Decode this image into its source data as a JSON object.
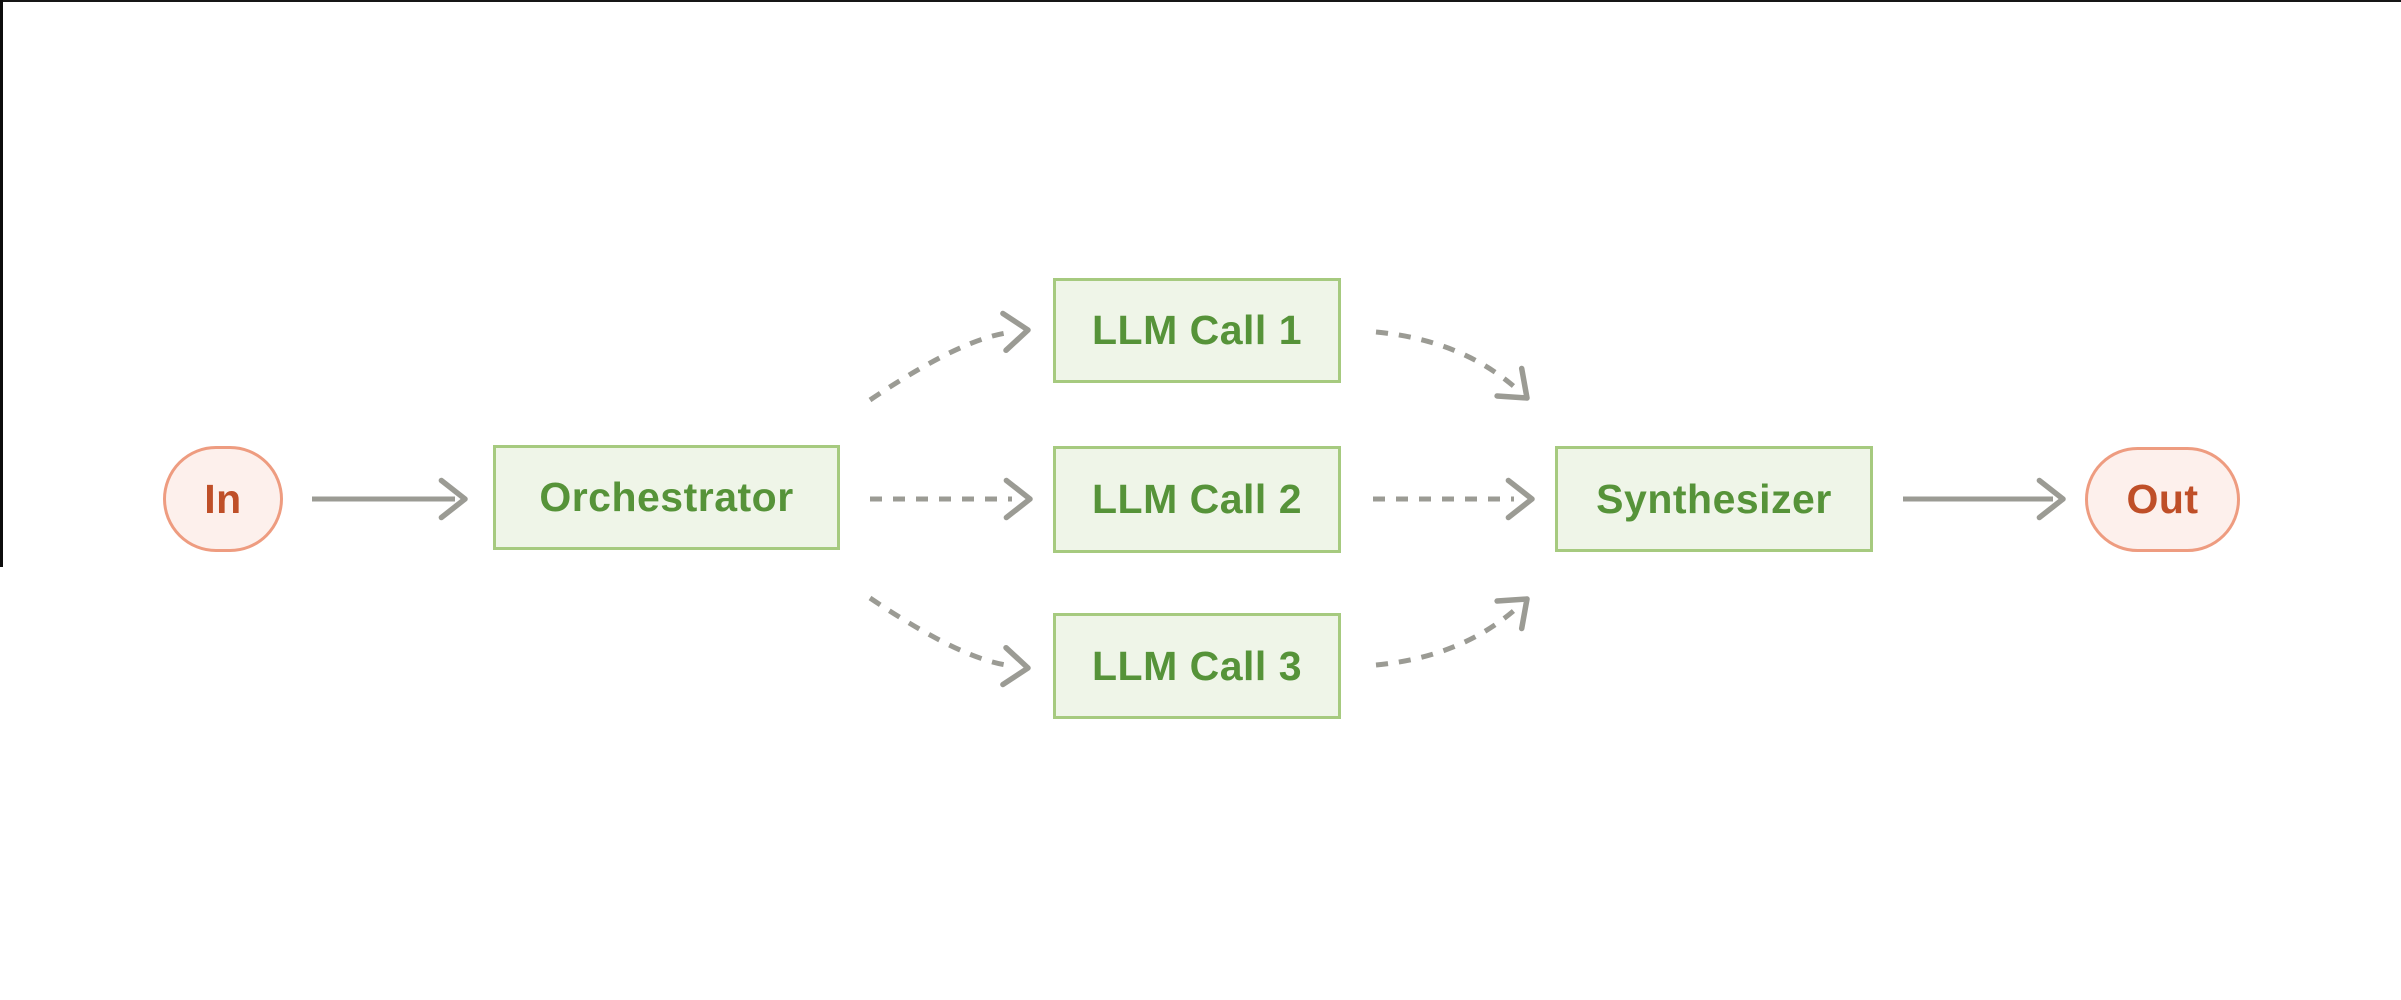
{
  "diagram": {
    "type": "flowchart",
    "nodes": {
      "input": {
        "label": "In",
        "shape": "pill"
      },
      "orchestrator": {
        "label": "Orchestrator",
        "shape": "box"
      },
      "workers": [
        {
          "label": "LLM Call 1",
          "shape": "box"
        },
        {
          "label": "LLM Call 2",
          "shape": "box"
        },
        {
          "label": "LLM Call 3",
          "shape": "box"
        }
      ],
      "synthesizer": {
        "label": "Synthesizer",
        "shape": "box"
      },
      "output": {
        "label": "Out",
        "shape": "pill"
      }
    },
    "edges": [
      {
        "from": "In",
        "to": "Orchestrator",
        "style": "solid"
      },
      {
        "from": "Orchestrator",
        "to": "LLM Call 1",
        "style": "dashed-curved"
      },
      {
        "from": "Orchestrator",
        "to": "LLM Call 2",
        "style": "dashed-straight"
      },
      {
        "from": "Orchestrator",
        "to": "LLM Call 3",
        "style": "dashed-curved"
      },
      {
        "from": "LLM Call 1",
        "to": "Synthesizer",
        "style": "dashed-curved"
      },
      {
        "from": "LLM Call 2",
        "to": "Synthesizer",
        "style": "dashed-straight"
      },
      {
        "from": "LLM Call 3",
        "to": "Synthesizer",
        "style": "dashed-curved"
      },
      {
        "from": "Synthesizer",
        "to": "Out",
        "style": "solid"
      }
    ],
    "colors": {
      "green_fill": "#eff5e8",
      "green_border": "#a6ca7f",
      "green_text": "#569339",
      "pink_fill": "#fdf0ec",
      "pink_border": "#ee9c80",
      "red_text": "#bf4f28",
      "arrow_gray": "#9b9b94",
      "frame_line": "#111111",
      "background": "#ffffff"
    }
  }
}
